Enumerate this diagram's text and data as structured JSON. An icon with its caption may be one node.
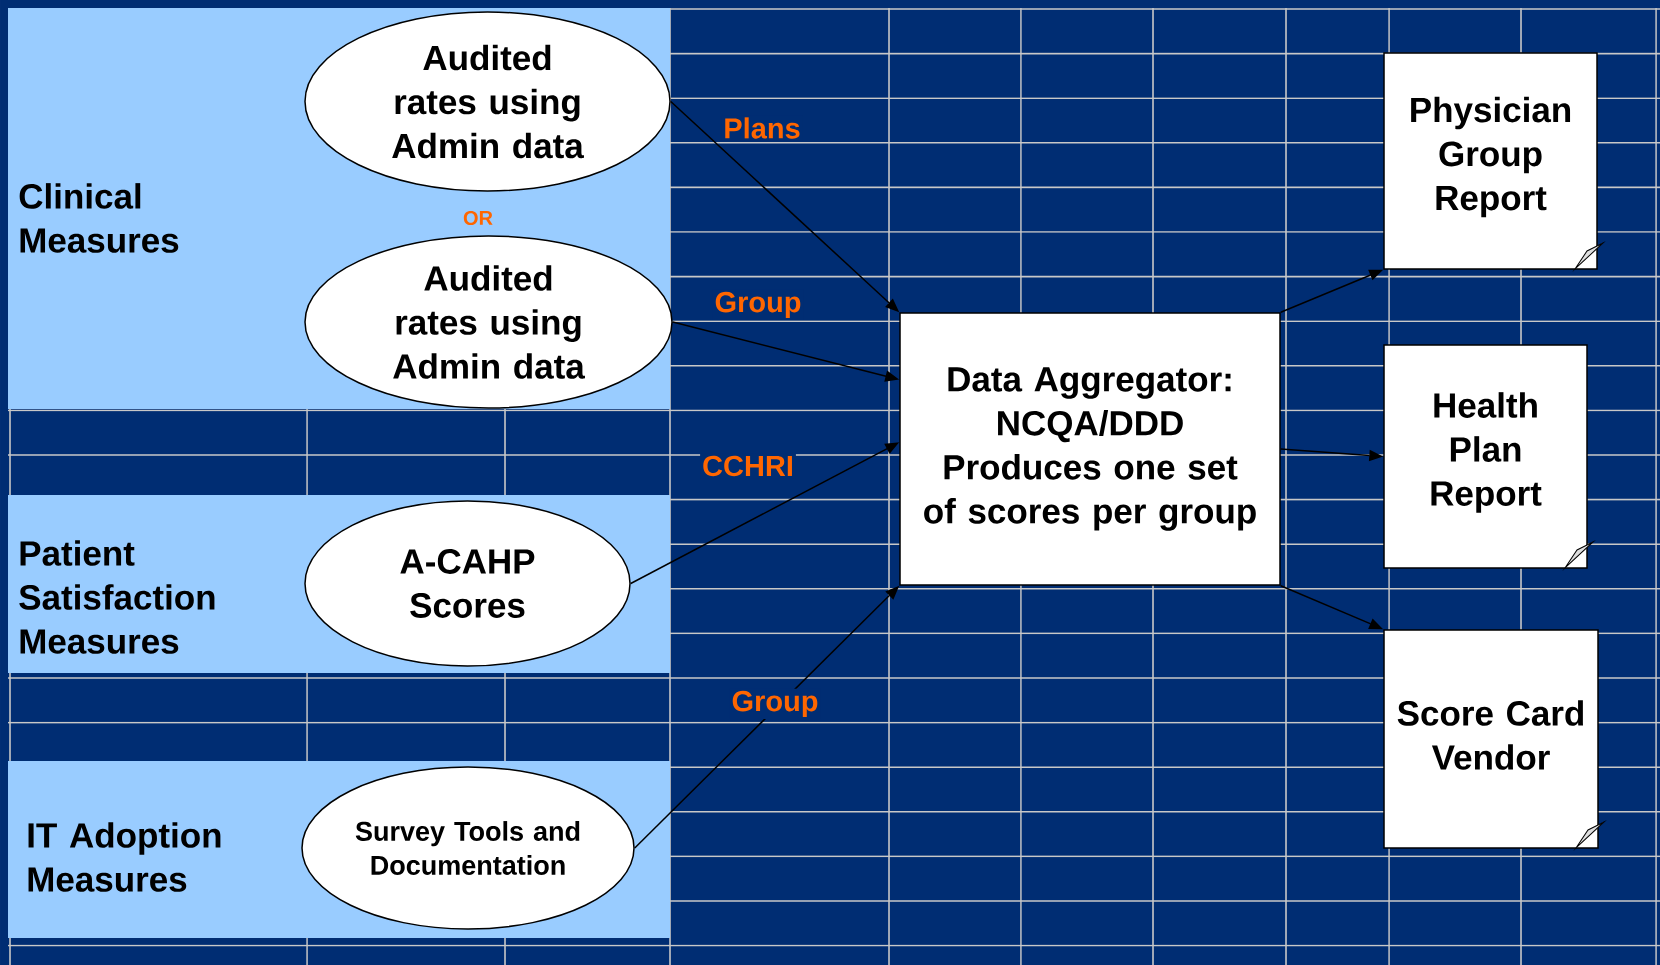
{
  "diagram": {
    "nodes": [
      {
        "text": [
          "Clinical Measures"
        ]
      },
      {
        "text": [
          "Audited rates using Admin data"
        ],
        "in": 0
      },
      {
        "text": [
          "Audited rates using Admin data"
        ],
        "in": 0
      },
      {
        "text": [
          "Patient Satisfaction Measures"
        ]
      },
      {
        "text": [
          "A-CAHP Scores"
        ],
        "in": 3
      },
      {
        "text": [
          "IT Adoption Measures"
        ]
      },
      {
        "text": [
          "Survey Tools and Documentation"
        ],
        "in": 5
      },
      {
        "text": [
          "Data Aggregator: NCQA/DDD Produces one set of scores per group"
        ]
      },
      {
        "text": [
          "Physician Group Report"
        ]
      },
      {
        "text": [
          "Health Plan Report"
        ]
      },
      {
        "text": [
          "Score Card Vendor"
        ]
      }
    ],
    "edges": [
      {
        "from": 1,
        "to": 7,
        "arrow": "to",
        "label": "Plans"
      },
      {
        "from": 2,
        "to": 7,
        "arrow": "to",
        "label": "Group"
      },
      {
        "from": 4,
        "to": 7,
        "arrow": "to",
        "label": "CCHRI"
      },
      {
        "from": 6,
        "to": 7,
        "arrow": "to",
        "label": "Group"
      },
      {
        "from": 7,
        "to": 8,
        "arrow": "to"
      },
      {
        "from": 7,
        "to": 9,
        "arrow": "to"
      },
      {
        "from": 7,
        "to": 10,
        "arrow": "to"
      }
    ],
    "labels": [
      "OR"
    ]
  }
}
